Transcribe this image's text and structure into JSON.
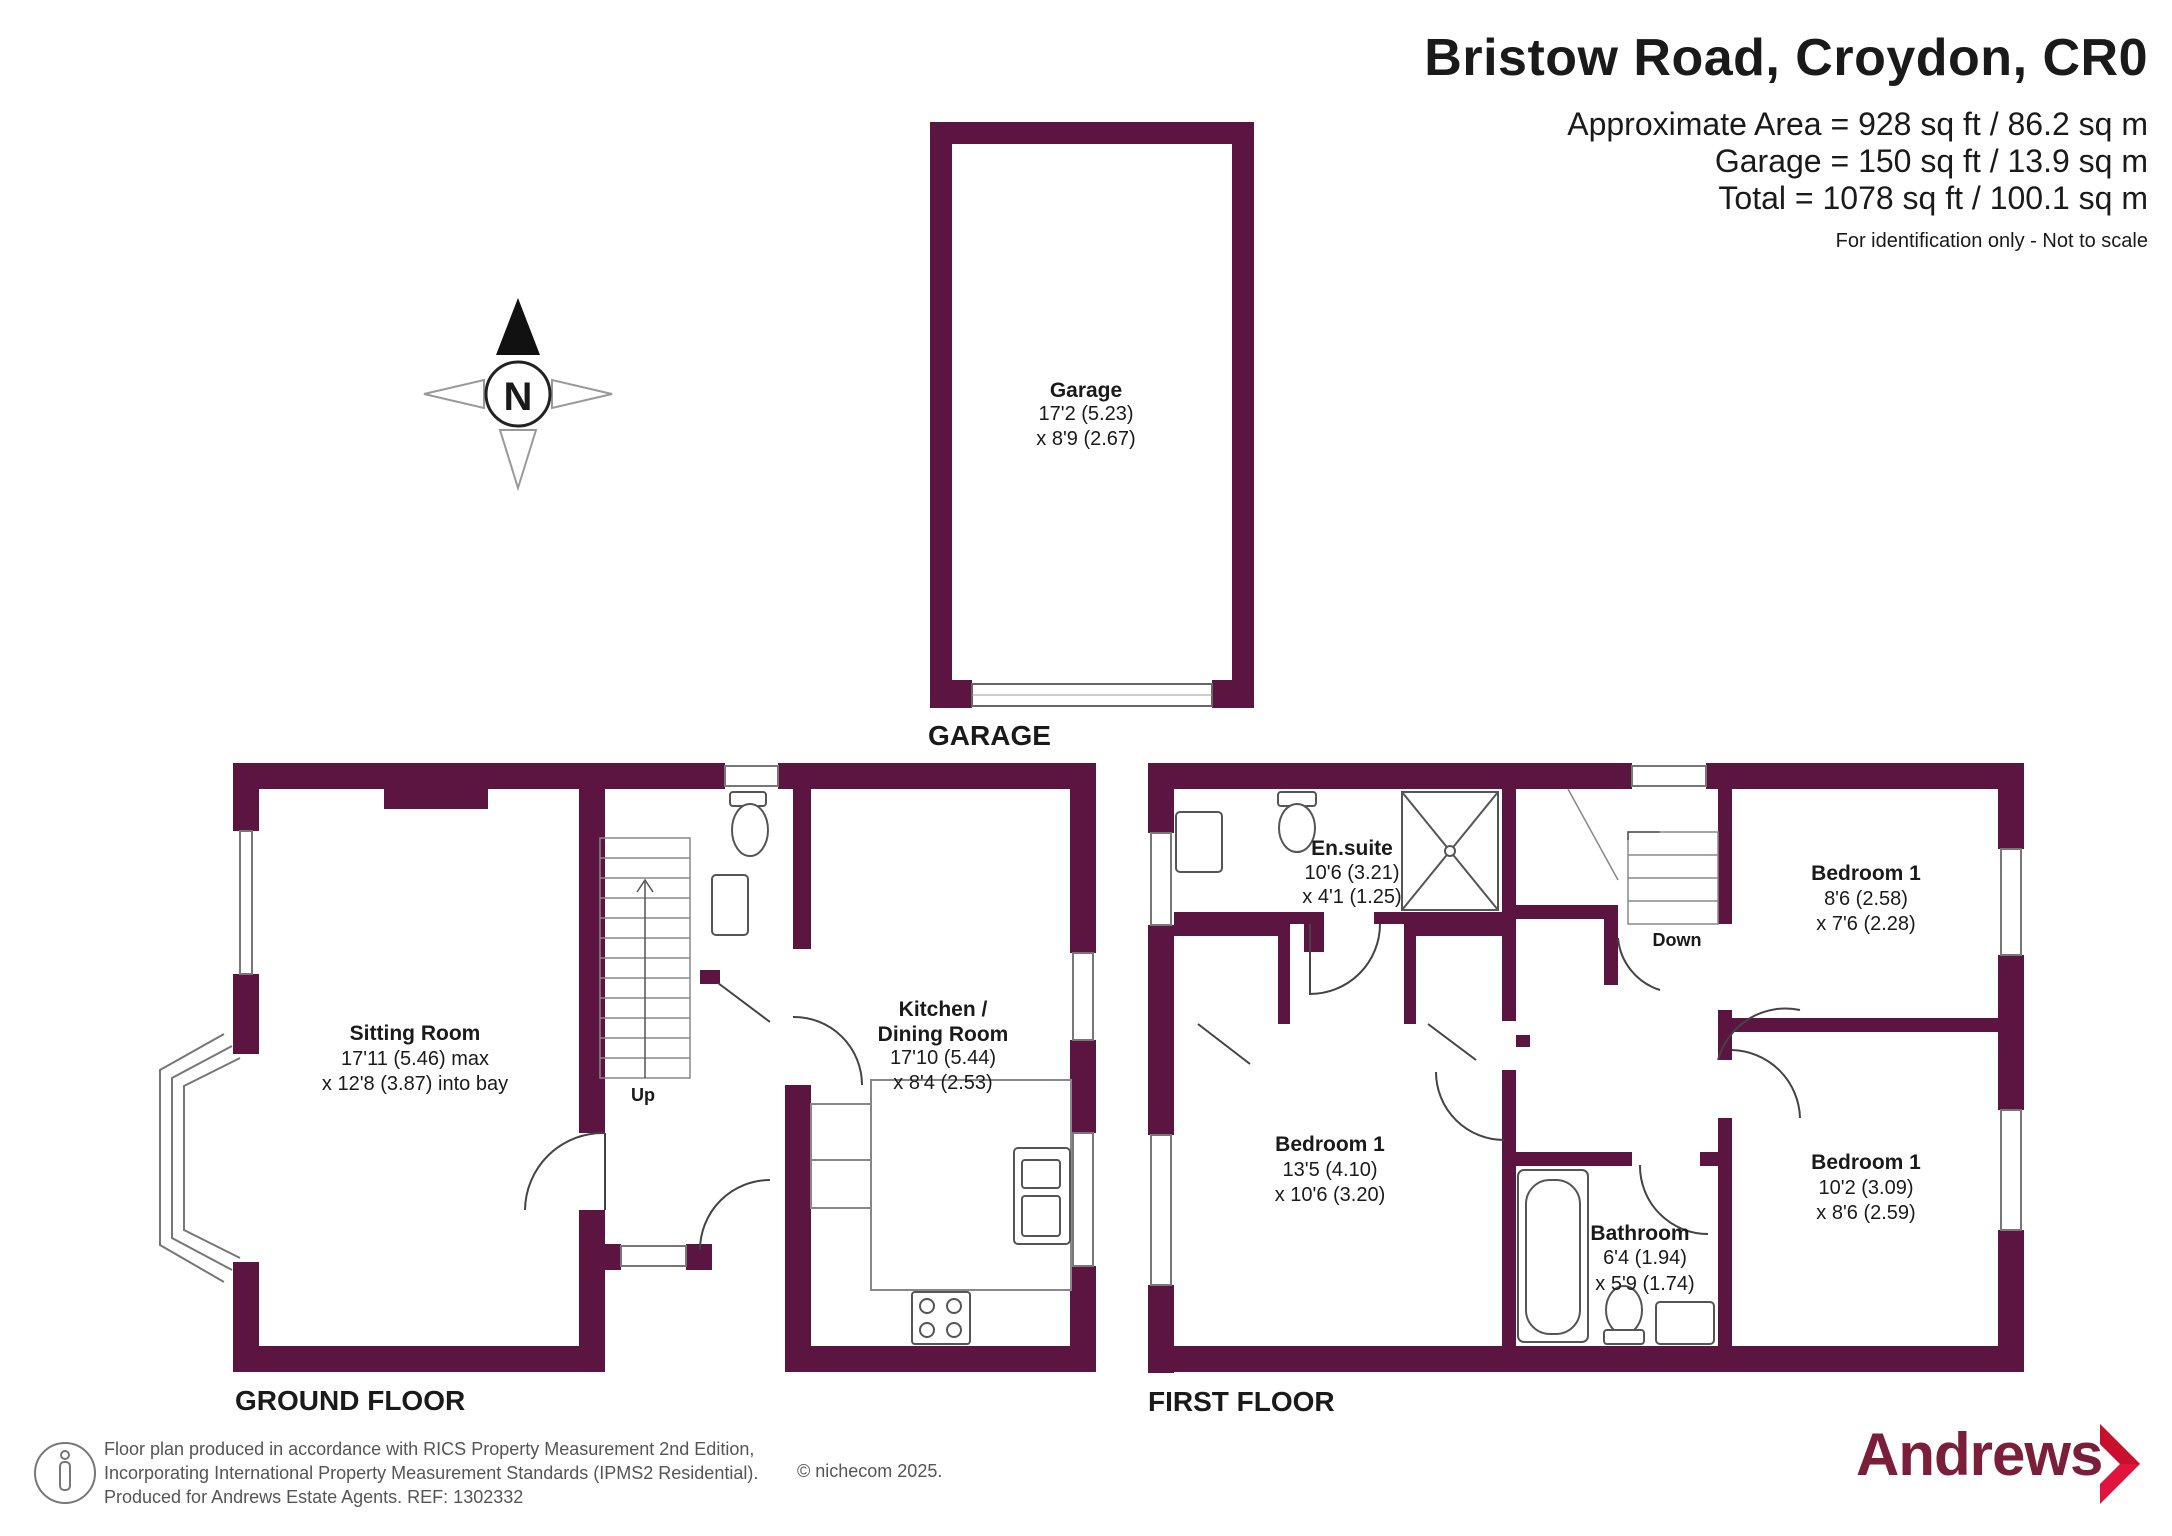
{
  "header": {
    "title": "Bristow Road, Croydon, CR0",
    "areas": [
      "Approximate Area = 928 sq ft / 86.2 sq m",
      "Garage = 150 sq ft / 13.9 sq m",
      "Total = 1078 sq ft / 100.1 sq m"
    ],
    "disclaimer": "For identification only - Not to scale"
  },
  "compass": {
    "label": "N"
  },
  "floors": {
    "garage": "GARAGE",
    "ground": "GROUND FLOOR",
    "first": "FIRST FLOOR"
  },
  "rooms": {
    "garage": {
      "name": "Garage",
      "dims": [
        "17'2 (5.23)",
        "x 8'9 (2.67)"
      ]
    },
    "sitting": {
      "name": "Sitting Room",
      "dims": [
        "17'11 (5.46) max",
        "x 12'8 (3.87) into bay"
      ]
    },
    "kitchen": {
      "name": [
        "Kitchen /",
        "Dining Room"
      ],
      "dims": [
        "17'10 (5.44)",
        "x 8'4 (2.53)"
      ]
    },
    "ensuite": {
      "name": "En.suite",
      "dims": [
        "10'6 (3.21)",
        "x 4'1 (1.25)"
      ]
    },
    "bed_a": {
      "name": "Bedroom 1",
      "dims": [
        "13'5 (4.10)",
        "x 10'6 (3.20)"
      ]
    },
    "bed_b": {
      "name": "Bedroom 1",
      "dims": [
        "8'6 (2.58)",
        "x 7'6 (2.28)"
      ]
    },
    "bed_c": {
      "name": "Bedroom 1",
      "dims": [
        "10'2 (3.09)",
        "x 8'6 (2.59)"
      ]
    },
    "bathroom": {
      "name": "Bathroom",
      "dims": [
        "6'4 (1.94)",
        "x 5'9 (1.74)"
      ]
    }
  },
  "stairs": {
    "up": "Up",
    "down": "Down"
  },
  "footer": {
    "lines": [
      "Floor plan produced in accordance with RICS Property Measurement 2nd Edition,",
      "Incorporating International Property Measurement Standards (IPMS2 Residential).",
      "Produced for Andrews Estate Agents.   REF: 1302332"
    ],
    "copyright": "© nichecom 2025."
  },
  "brand": "Andrews",
  "colors": {
    "wall": "#5c1440",
    "brand": "#7b1e3a",
    "accent": "#e0143c"
  }
}
